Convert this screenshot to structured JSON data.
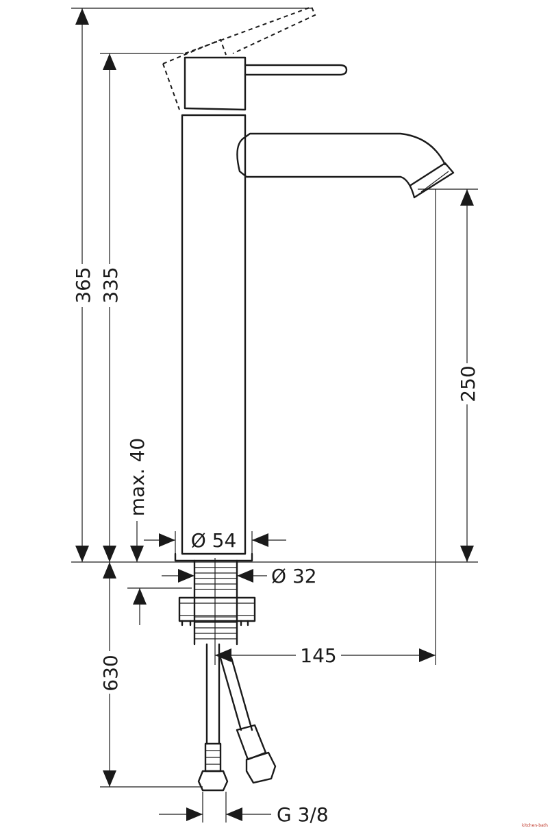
{
  "dimensions": {
    "height_total": "365",
    "height_body": "335",
    "max_counter": "max. 40",
    "diameter_body": "Ø 54",
    "diameter_shank": "Ø 32",
    "spout_height": "250",
    "hose_length": "630",
    "reach": "145",
    "thread": "G 3/8"
  },
  "watermark": "kitchen-bath"
}
